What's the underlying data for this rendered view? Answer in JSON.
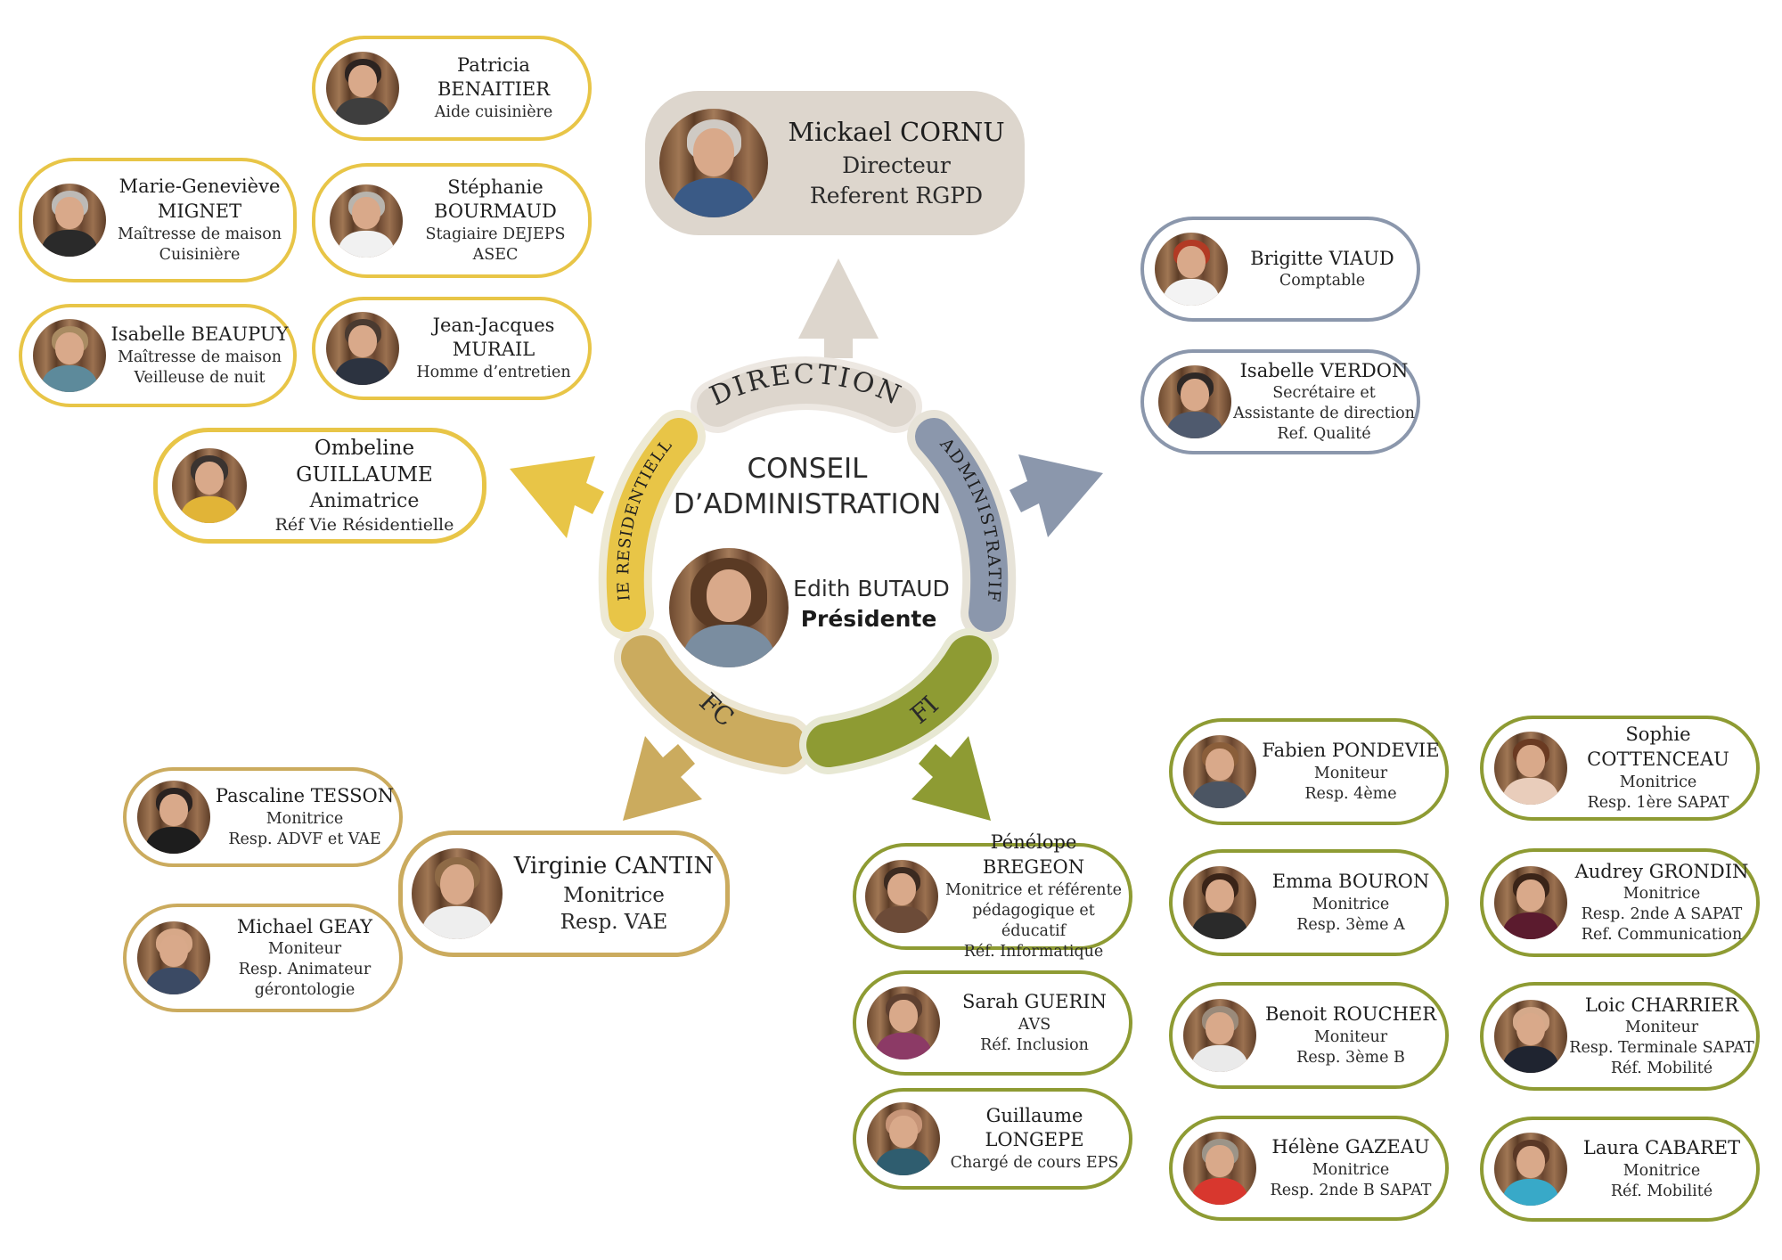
{
  "direction_card": {
    "name": "Mickael CORNU",
    "roles": [
      "Directeur",
      "Referent RGPD"
    ]
  },
  "center": {
    "title_line1": "CONSEIL",
    "title_line2": "D’ADMINISTRATION",
    "president_name": "Edith BUTAUD",
    "president_role": "Présidente"
  },
  "segments": {
    "direction": "DIRECTION",
    "administratif": "ADMINISTRATIF",
    "vie_residentielle": "VIE RESIDENTIELLE",
    "fc": "FC",
    "fi": "FI"
  },
  "colors": {
    "direction": "#ddd6cd",
    "administratif": "#8b97ac",
    "vie_residentielle": "#e8c547",
    "fc": "#cbab5e",
    "fi": "#8e9b33"
  },
  "vie_residentielle": {
    "lead": {
      "name": "Ombeline GUILLAUME",
      "roles": [
        "Animatrice",
        "Réf Vie Résidentielle"
      ]
    },
    "staff": [
      {
        "name": "Patricia BENAITIER",
        "roles": [
          "Aide cuisinière"
        ]
      },
      {
        "name": "Marie-Geneviève MIGNET",
        "roles": [
          "Maîtresse de maison",
          "Cuisinière"
        ]
      },
      {
        "name": "Stéphanie BOURMAUD",
        "roles": [
          "Stagiaire DEJEPS ASEC"
        ]
      },
      {
        "name": "Isabelle BEAUPUY",
        "roles": [
          "Maîtresse de maison",
          "Veilleuse de nuit"
        ]
      },
      {
        "name": "Jean-Jacques MURAIL",
        "roles": [
          "Homme d’entretien"
        ]
      }
    ]
  },
  "administratif": {
    "staff": [
      {
        "name": "Brigitte VIAUD",
        "roles": [
          "Comptable"
        ]
      },
      {
        "name": "Isabelle VERDON",
        "roles": [
          "Secrétaire et",
          "Assistante de direction",
          "Ref. Qualité"
        ]
      }
    ]
  },
  "fc": {
    "lead": {
      "name": "Virginie CANTIN",
      "roles": [
        "Monitrice",
        "Resp. VAE"
      ]
    },
    "staff": [
      {
        "name": "Pascaline TESSON",
        "roles": [
          "Monitrice",
          "Resp. ADVF et VAE"
        ]
      },
      {
        "name": "Michael GEAY",
        "roles": [
          "Moniteur",
          "Resp. Animateur",
          "gérontologie"
        ]
      }
    ]
  },
  "fi": {
    "staff": [
      {
        "name": "Pénélope BREGEON",
        "roles": [
          "Monitrice et référente",
          "pédagogique et éducatif",
          "Réf. Informatique"
        ]
      },
      {
        "name": "Sarah GUERIN",
        "roles": [
          "AVS",
          "Réf. Inclusion"
        ]
      },
      {
        "name": "Guillaume LONGEPE",
        "roles": [
          "Chargé de cours EPS"
        ]
      },
      {
        "name": "Fabien PONDEVIE",
        "roles": [
          "Moniteur",
          "Resp. 4ème"
        ]
      },
      {
        "name": "Emma BOURON",
        "roles": [
          "Monitrice",
          "Resp. 3ème A"
        ]
      },
      {
        "name": "Benoit ROUCHER",
        "roles": [
          "Moniteur",
          "Resp. 3ème B"
        ]
      },
      {
        "name": "Hélène GAZEAU",
        "roles": [
          "Monitrice",
          "Resp. 2nde B  SAPAT"
        ]
      },
      {
        "name": "Sophie COTTENCEAU",
        "roles": [
          "Monitrice",
          "Resp. 1ère SAPAT"
        ]
      },
      {
        "name": "Audrey GRONDIN",
        "roles": [
          "Monitrice",
          "Resp. 2nde A SAPAT",
          "Ref. Communication"
        ]
      },
      {
        "name": "Loic CHARRIER",
        "roles": [
          "Moniteur",
          "Resp. Terminale SAPAT",
          "Réf. Mobilité"
        ]
      },
      {
        "name": "Laura CABARET",
        "roles": [
          "Monitrice",
          "Réf. Mobilité"
        ]
      }
    ]
  }
}
